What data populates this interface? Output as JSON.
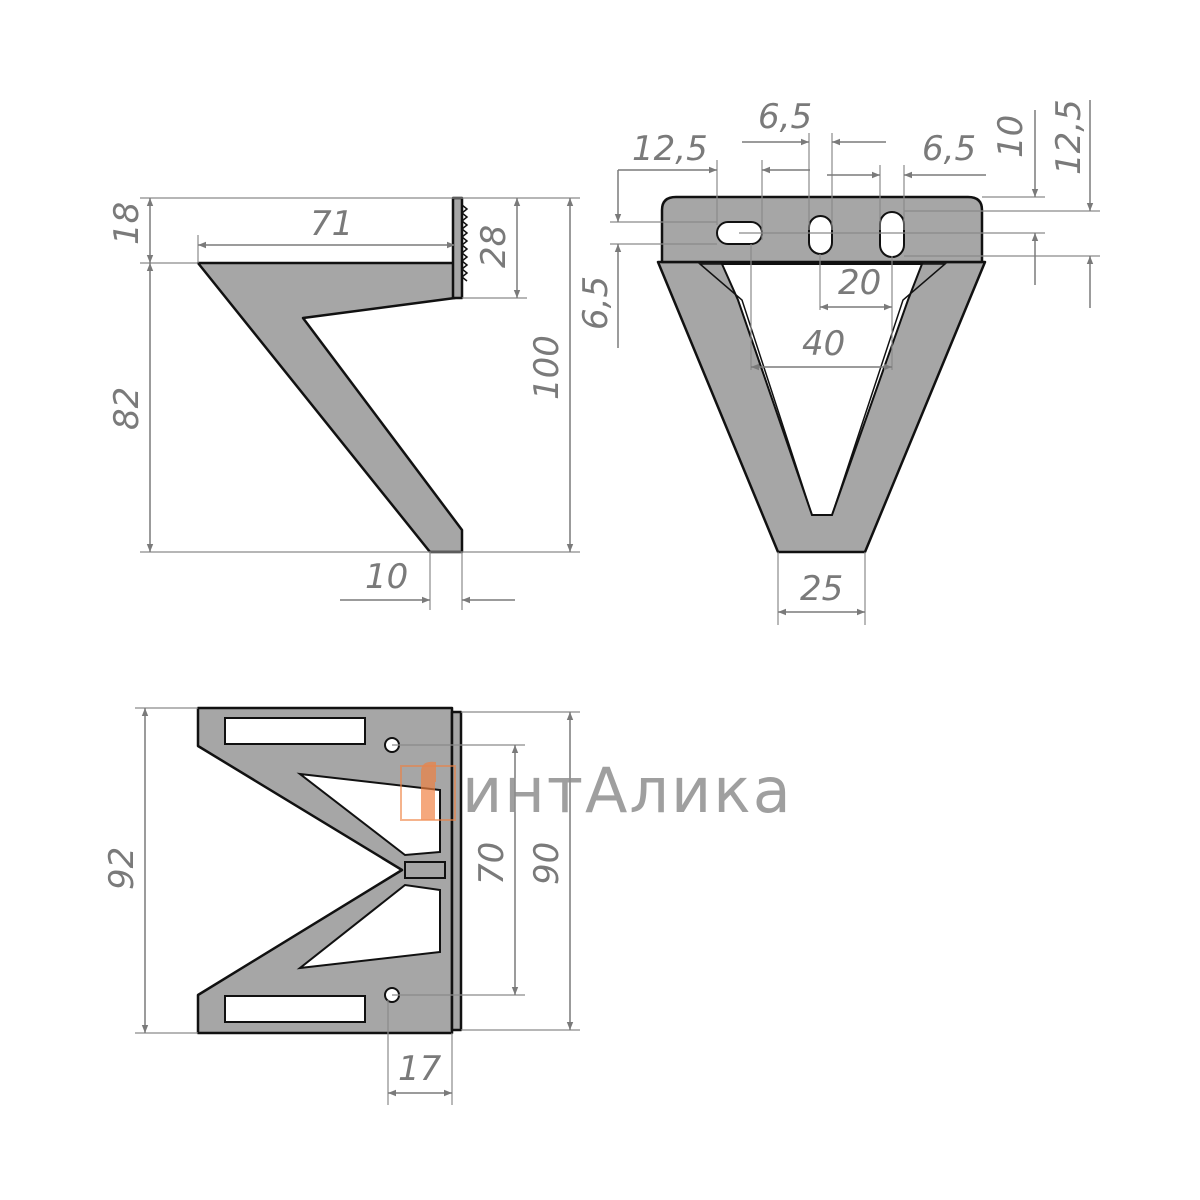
{
  "side_view": {
    "dims": {
      "top_offset": "18",
      "arm_length": "71",
      "plate_height": "28",
      "body_height": "82",
      "total_height": "100",
      "foot_width": "10"
    }
  },
  "front_view": {
    "dims": {
      "slot_offset": "12,5",
      "slot_width_top": "6,5",
      "slot_width_right": "6,5",
      "vertical_10": "10",
      "vertical_12_5": "12,5",
      "left_6_5": "6,5",
      "hole_spacing_20": "20",
      "hole_spacing_40": "40",
      "foot_width": "25"
    }
  },
  "bottom_view": {
    "dims": {
      "overall_92": "92",
      "holes_70": "70",
      "plate_90": "90",
      "depth_17": "17"
    }
  },
  "watermark": {
    "brand": "интаЛИка",
    "brand_text": "интАлика"
  },
  "colors": {
    "part": "#a6a6a6",
    "dimension": "#7a7a7a",
    "logo_orange": "#f08040"
  }
}
